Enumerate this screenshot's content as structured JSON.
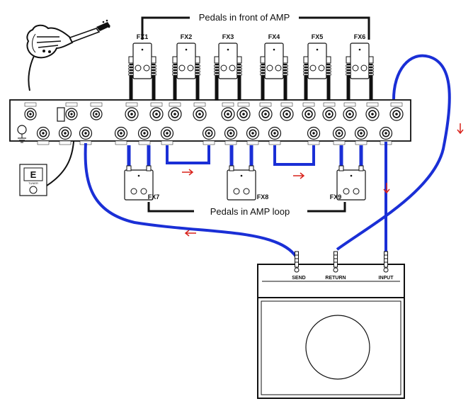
{
  "labels": {
    "front_title": "Pedals in front of AMP",
    "loop_title": "Pedals in AMP loop",
    "tuner_text": "TUNER",
    "tuner_display": "E"
  },
  "pedals_front": [
    "FX1",
    "FX2",
    "FX3",
    "FX4",
    "FX5",
    "FX6"
  ],
  "pedals_loop": [
    "FX7",
    "FX8",
    "FX9"
  ],
  "amp_jacks": [
    "SEND",
    "RETURN",
    "INPUT"
  ],
  "colors": {
    "cable": "#1a2fd6",
    "arrow": "#d9231c",
    "line": "#111111"
  }
}
